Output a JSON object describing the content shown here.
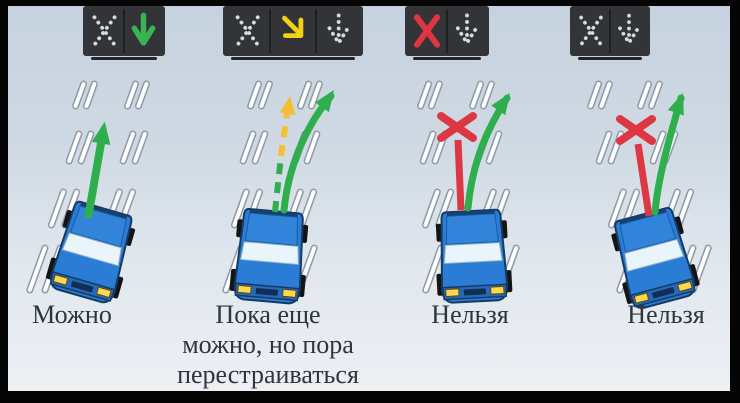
{
  "diagram": {
    "name": "reversible-lane-signals-rules",
    "colors": {
      "background_top": "#c6d2df",
      "background_bottom": "#edf0f3",
      "frame_border": "#050505",
      "signal_box": "#323438",
      "signal_off": "#d7d9db",
      "signal_green": "#3cb352",
      "signal_yellow": "#f2d212",
      "signal_red": "#e03440",
      "road_green": "#2fae4e",
      "road_yellow": "#f2bf35",
      "road_red": "#dc3742",
      "marking_white": "#fcfdfe",
      "marking_outline": "#8f99a5",
      "car_blue": "#2b7cd4",
      "caption_text": "#2f353e"
    }
  },
  "panels": [
    {
      "caption": "Можно",
      "signal": {
        "name": "reversible-lane-signal",
        "cells": [
          {
            "icon": "x-cross-icon",
            "state": "off"
          },
          {
            "icon": "down-arrow-icon",
            "state": "on",
            "color": "#3cb352"
          }
        ]
      },
      "scene": {
        "car": {
          "name": "blue-car",
          "color": "#2b7cd4"
        },
        "lane_markings": "double-broken-line",
        "arrows": [
          {
            "kind": "straight-green",
            "style": "solid",
            "color": "#2fae4e"
          }
        ]
      }
    },
    {
      "caption": "Пока еще\nможно,  но пора\nперестраиваться",
      "signal": {
        "name": "reversible-lane-signal",
        "cells": [
          {
            "icon": "x-cross-icon",
            "state": "off"
          },
          {
            "icon": "diagonal-arrow-icon",
            "state": "on",
            "color": "#f2d212"
          },
          {
            "icon": "down-arrow-icon",
            "state": "off"
          }
        ]
      },
      "scene": {
        "car": {
          "name": "blue-car",
          "color": "#2b7cd4"
        },
        "lane_markings": "double-broken-line",
        "arrows": [
          {
            "kind": "dashed-caution",
            "style": "dashed",
            "colors": [
              "#2fae4e",
              "#f2bf35"
            ]
          },
          {
            "kind": "curve-right-green",
            "style": "solid",
            "color": "#2fae4e"
          }
        ]
      }
    },
    {
      "caption": "Нельзя",
      "signal": {
        "name": "reversible-lane-signal",
        "cells": [
          {
            "icon": "x-cross-icon",
            "state": "on",
            "color": "#e03440"
          },
          {
            "icon": "down-arrow-icon",
            "state": "off"
          }
        ]
      },
      "scene": {
        "car": {
          "name": "blue-car",
          "color": "#2b7cd4"
        },
        "lane_markings": "double-broken-line",
        "arrows": [
          {
            "kind": "blocked-red",
            "style": "solid",
            "color": "#dc3742"
          },
          {
            "kind": "curve-right-green",
            "style": "solid",
            "color": "#2fae4e"
          }
        ]
      }
    },
    {
      "caption": "Нельзя",
      "signal": {
        "name": "reversible-lane-signal",
        "cells": [
          {
            "icon": "x-cross-icon",
            "state": "off"
          },
          {
            "icon": "down-arrow-icon",
            "state": "off"
          }
        ]
      },
      "scene": {
        "car": {
          "name": "blue-car",
          "color": "#2b7cd4"
        },
        "lane_markings": "double-broken-line",
        "arrows": [
          {
            "kind": "blocked-red",
            "style": "solid",
            "color": "#dc3742"
          },
          {
            "kind": "curve-right-green",
            "style": "solid",
            "color": "#2fae4e"
          }
        ]
      }
    }
  ]
}
